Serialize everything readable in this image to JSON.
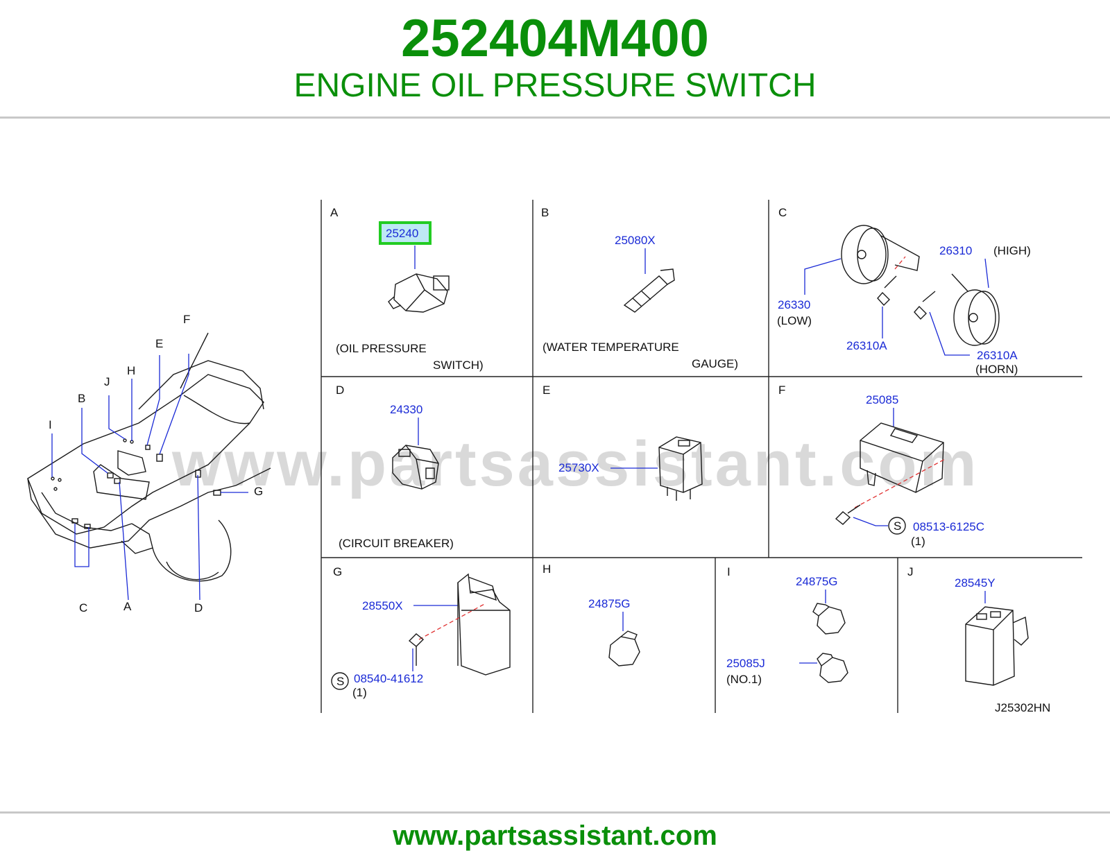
{
  "header": {
    "part_number": "252404M400",
    "part_name": "ENGINE OIL PRESSURE SWITCH"
  },
  "footer": {
    "site": "www.partsassistant.com"
  },
  "watermark": "www.partsassistant.com",
  "overview": {
    "callouts": [
      "I",
      "B",
      "J",
      "H",
      "E",
      "F",
      "G",
      "C",
      "A",
      "D"
    ]
  },
  "panels": {
    "A": {
      "letter": "A",
      "part": "25240",
      "caption1": "(OIL   PRESSURE",
      "caption2": "SWITCH)"
    },
    "B": {
      "letter": "B",
      "part": "25080X",
      "caption1": "(WATER   TEMPERATURE",
      "caption2": "GAUGE)"
    },
    "C": {
      "letter": "C",
      "part_high": "26310",
      "high": "(HIGH)",
      "part_low": "26330",
      "low": "(LOW)",
      "bolt1": "26310A",
      "bolt2": "26310A",
      "horn": "(HORN)"
    },
    "D": {
      "letter": "D",
      "part": "24330",
      "caption": "(CIRCUIT   BREAKER)"
    },
    "E": {
      "letter": "E",
      "part": "25730X"
    },
    "F": {
      "letter": "F",
      "part": "25085",
      "screw": "08513-6125C",
      "screw_s": "S",
      "qty": "(1)"
    },
    "G": {
      "letter": "G",
      "part": "28550X",
      "screw": "08540-41612",
      "screw_s": "S",
      "qty": "(1)"
    },
    "H": {
      "letter": "H",
      "part": "24875G"
    },
    "I": {
      "letter": "I",
      "part1": "24875G",
      "part2": "25085J",
      "note": "(NO.1)"
    },
    "J": {
      "letter": "J",
      "part": "28545Y"
    }
  },
  "drawing_code": "J25302HN",
  "colors": {
    "brand_green": "#0a8f0a",
    "part_blue": "#1a2ad6",
    "highlight": "#22cc22",
    "highlight_fill": "#bfe8f5"
  }
}
